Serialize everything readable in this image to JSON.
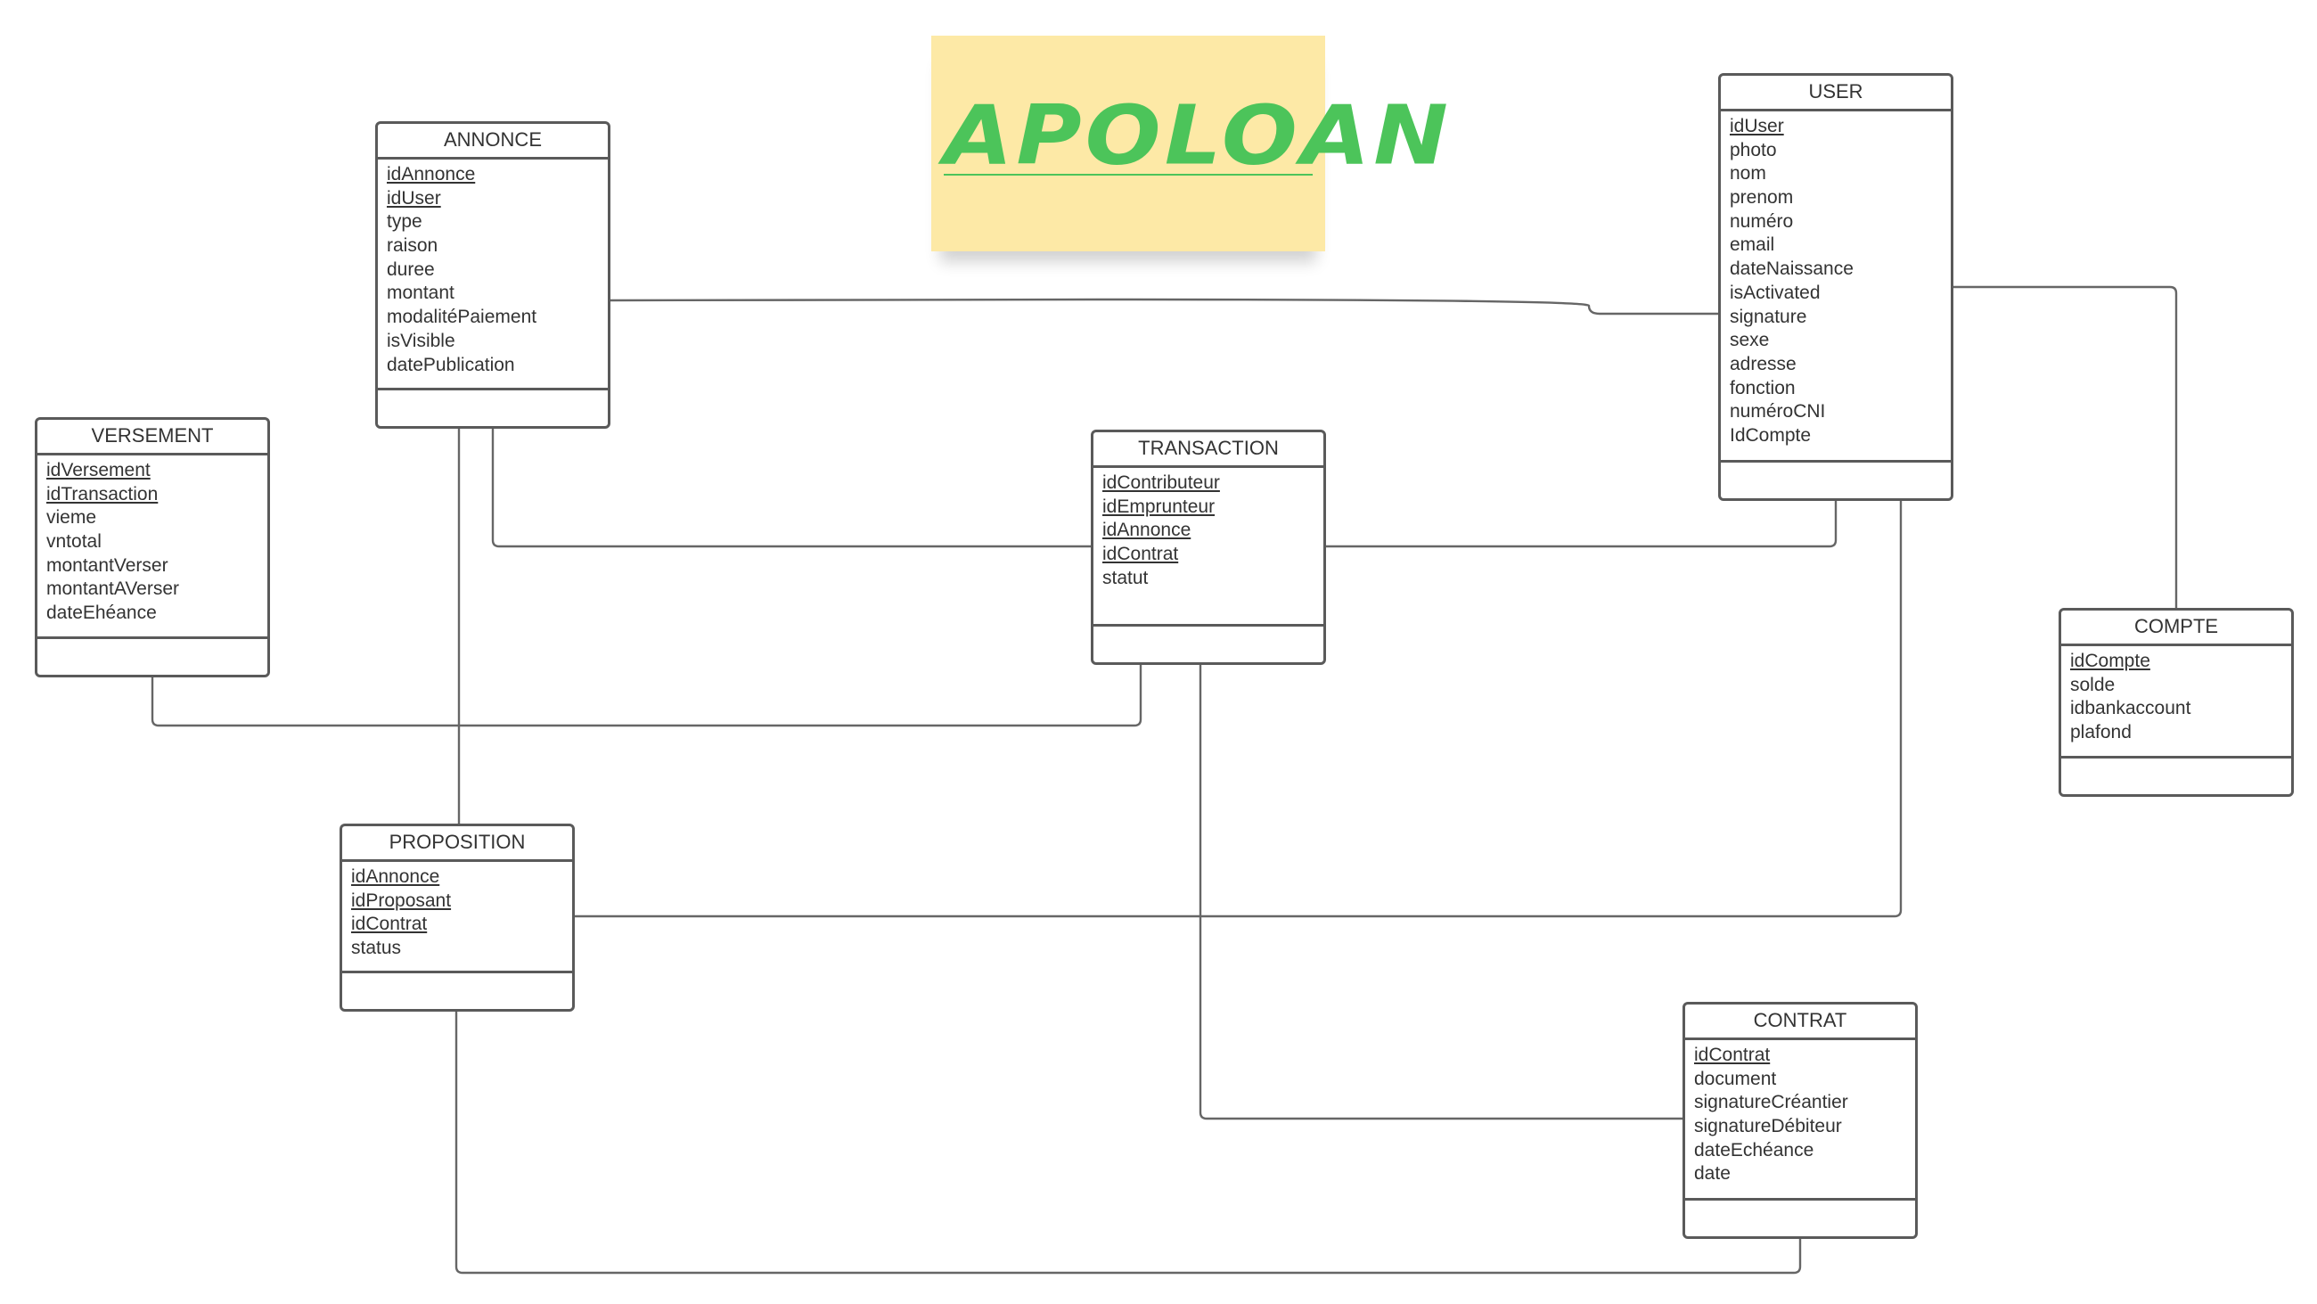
{
  "title": "APOLOAN",
  "colors": {
    "note_background": "#fde9a6",
    "title_text": "#4cc45a",
    "border": "#5a5a5a",
    "text": "#333333"
  },
  "entities": {
    "annonce": {
      "name": "ANNONCE",
      "attributes": [
        {
          "name": "idAnnonce",
          "key": true
        },
        {
          "name": "idUser",
          "key": true
        },
        {
          "name": "type",
          "key": false
        },
        {
          "name": "raison",
          "key": false
        },
        {
          "name": "duree",
          "key": false
        },
        {
          "name": "montant",
          "key": false
        },
        {
          "name": "modalitéPaiement",
          "key": false
        },
        {
          "name": "isVisible",
          "key": false
        },
        {
          "name": "datePublication",
          "key": false
        }
      ]
    },
    "user": {
      "name": "USER",
      "attributes": [
        {
          "name": "idUser",
          "key": true
        },
        {
          "name": "photo",
          "key": false
        },
        {
          "name": "nom",
          "key": false
        },
        {
          "name": "prenom",
          "key": false
        },
        {
          "name": "numéro",
          "key": false
        },
        {
          "name": "email",
          "key": false
        },
        {
          "name": "dateNaissance",
          "key": false
        },
        {
          "name": "isActivated",
          "key": false
        },
        {
          "name": "signature",
          "key": false
        },
        {
          "name": "sexe",
          "key": false
        },
        {
          "name": "adresse",
          "key": false
        },
        {
          "name": "fonction",
          "key": false
        },
        {
          "name": "numéroCNI",
          "key": false
        },
        {
          "name": "IdCompte",
          "key": false
        }
      ]
    },
    "versement": {
      "name": "VERSEMENT",
      "attributes": [
        {
          "name": "idVersement",
          "key": true
        },
        {
          "name": "idTransaction",
          "key": true
        },
        {
          "name": "vieme",
          "key": false
        },
        {
          "name": "vntotal",
          "key": false
        },
        {
          "name": "montantVerser",
          "key": false
        },
        {
          "name": "montantAVerser",
          "key": false
        },
        {
          "name": "dateEhéance",
          "key": false
        }
      ]
    },
    "transaction": {
      "name": "TRANSACTION",
      "attributes": [
        {
          "name": "idContributeur",
          "key": true
        },
        {
          "name": "idEmprunteur",
          "key": true
        },
        {
          "name": "idAnnonce",
          "key": true
        },
        {
          "name": "idContrat",
          "key": true
        },
        {
          "name": "statut",
          "key": false
        }
      ]
    },
    "compte": {
      "name": "COMPTE",
      "attributes": [
        {
          "name": "idCompte",
          "key": true
        },
        {
          "name": "solde",
          "key": false
        },
        {
          "name": "idbankaccount",
          "key": false
        },
        {
          "name": "plafond",
          "key": false
        }
      ]
    },
    "proposition": {
      "name": "PROPOSITION",
      "attributes": [
        {
          "name": "idAnnonce",
          "key": true
        },
        {
          "name": "idProposant",
          "key": true
        },
        {
          "name": "idContrat",
          "key": true
        },
        {
          "name": "status",
          "key": false
        }
      ]
    },
    "contrat": {
      "name": "CONTRAT",
      "attributes": [
        {
          "name": "idContrat",
          "key": true
        },
        {
          "name": "document",
          "key": false
        },
        {
          "name": "signatureCréantier",
          "key": false
        },
        {
          "name": "signatureDébiteur",
          "key": false
        },
        {
          "name": "dateEchéance",
          "key": false
        },
        {
          "name": "date",
          "key": false
        }
      ]
    }
  },
  "relationships": [
    {
      "from": "ANNONCE",
      "to": "USER"
    },
    {
      "from": "ANNONCE",
      "to": "TRANSACTION"
    },
    {
      "from": "ANNONCE",
      "to": "PROPOSITION"
    },
    {
      "from": "USER",
      "to": "TRANSACTION"
    },
    {
      "from": "USER",
      "to": "COMPTE"
    },
    {
      "from": "USER",
      "to": "PROPOSITION"
    },
    {
      "from": "VERSEMENT",
      "to": "TRANSACTION"
    },
    {
      "from": "TRANSACTION",
      "to": "CONTRAT"
    },
    {
      "from": "PROPOSITION",
      "to": "CONTRAT"
    }
  ]
}
